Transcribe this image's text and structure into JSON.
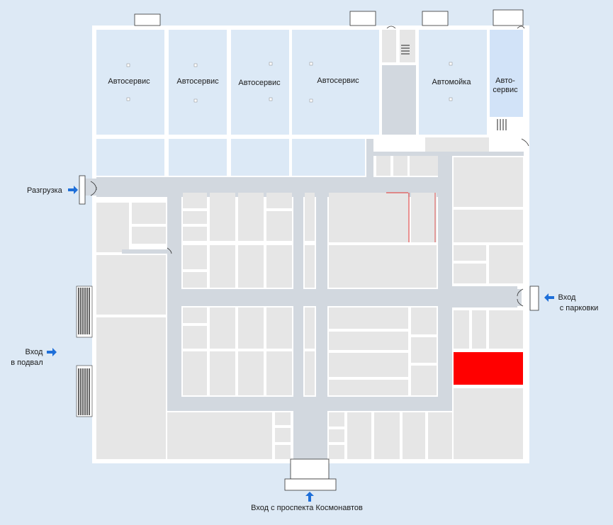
{
  "colors": {
    "background": "#dde9f5",
    "outer_wall": "#ffffff",
    "corridor": "#d2d8df",
    "room_gray": "#e6e6e6",
    "room_blue": "#dce9f6",
    "room_blue_light": "#d2e3f8",
    "highlight": "#ff0000",
    "arrow": "#1e6fd9",
    "partition_red": "#e06a6a"
  },
  "rooms": {
    "autoservice_1": "Автосервис",
    "autoservice_2": "Автосервис",
    "autoservice_3": "Автосервис",
    "autoservice_4": "Автосервис",
    "carwash": "Автомойка",
    "autoservice_small_line1": "Авто-",
    "autoservice_small_line2": "сервис"
  },
  "entrances": {
    "unloading": "Разгрузка",
    "basement_line1": "Вход",
    "basement_line2": "в подвал",
    "parking_line1": "Вход",
    "parking_line2": "с парковки",
    "main": "Вход с проспекта Космонавтов"
  },
  "icons": {
    "entrance_arrow": "arrow-icon",
    "staircase": "staircase-icon",
    "door": "door-icon"
  }
}
